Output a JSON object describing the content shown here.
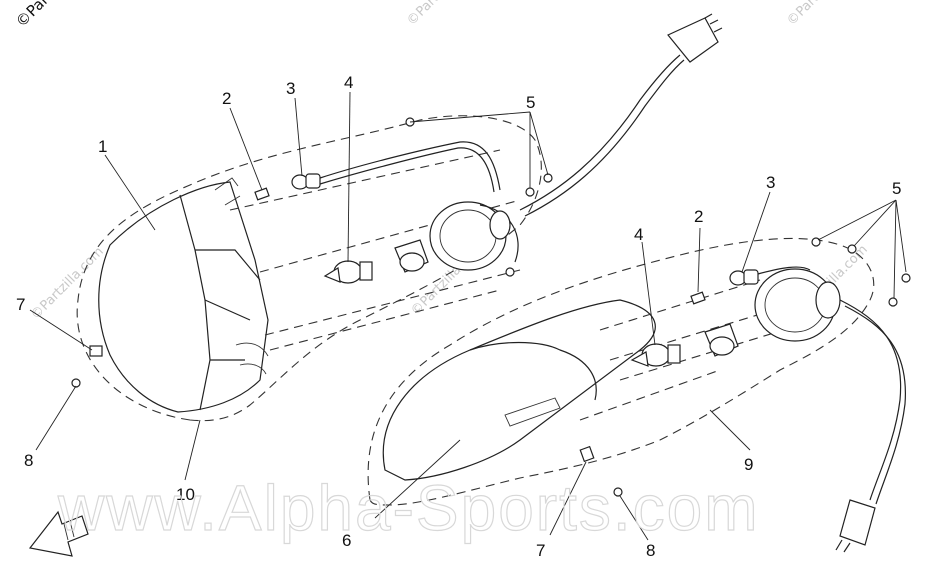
{
  "watermarks": {
    "top_left": "©Parts",
    "top_center": "©Parts",
    "top_right": "©Parts",
    "side_left": "©Partzilla.com",
    "side_center": "©Partzilla.com",
    "side_right": "©Partzilla.com",
    "footer": "www.Alpha-Sports.com"
  },
  "callouts": {
    "left": {
      "c1": "1",
      "c2": "2",
      "c3": "3",
      "c4": "4",
      "c5": "5",
      "c7": "7",
      "c8": "8",
      "c10": "10"
    },
    "right": {
      "c2": "2",
      "c3": "3",
      "c4": "4",
      "c5": "5",
      "c6": "6",
      "c7": "7",
      "c8": "8",
      "c9": "9"
    }
  },
  "icons": {
    "direction_arrow": "front-direction-arrow-icon"
  }
}
